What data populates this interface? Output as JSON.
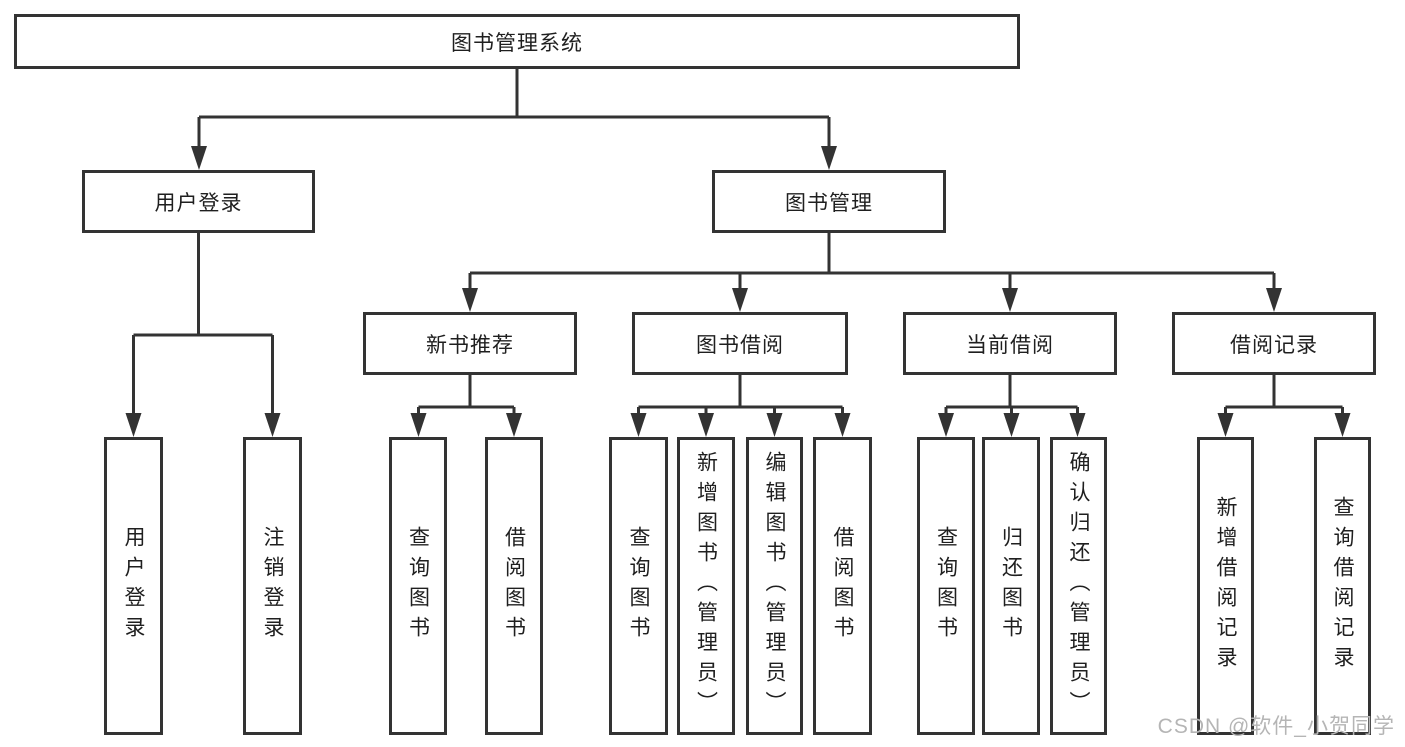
{
  "nodes": {
    "root": {
      "label": "图书管理系统"
    },
    "user_login": {
      "label": "用户登录"
    },
    "book_mgmt": {
      "label": "图书管理"
    },
    "new_book_rec": {
      "label": "新书推荐"
    },
    "book_borrow": {
      "label": "图书借阅"
    },
    "current_borrow": {
      "label": "当前借阅"
    },
    "borrow_records": {
      "label": "借阅记录"
    },
    "login_child": {
      "label": "用户登录"
    },
    "logout_child": {
      "label": "注销登录"
    },
    "rec_query_books": {
      "label": "查询图书"
    },
    "rec_borrow_books": {
      "label": "借阅图书"
    },
    "bb_query_books": {
      "label": "查询图书"
    },
    "bb_add_books": {
      "label": "新增图书（管理员）"
    },
    "bb_edit_books": {
      "label": "编辑图书（管理员）"
    },
    "bb_borrow_books": {
      "label": "借阅图书"
    },
    "cb_query_books": {
      "label": "查询图书"
    },
    "cb_return_books": {
      "label": "归还图书"
    },
    "cb_confirm_return": {
      "label": "确认归还（管理员）"
    },
    "br_add_record": {
      "label": "新增借阅记录"
    },
    "br_query_record": {
      "label": "查询借阅记录"
    }
  },
  "hierarchy": {
    "root": {
      "user_login": [
        "login_child",
        "logout_child"
      ],
      "book_mgmt": {
        "new_book_rec": [
          "rec_query_books",
          "rec_borrow_books"
        ],
        "book_borrow": [
          "bb_query_books",
          "bb_add_books",
          "bb_edit_books",
          "bb_borrow_books"
        ],
        "current_borrow": [
          "cb_query_books",
          "cb_return_books",
          "cb_confirm_return"
        ],
        "borrow_records": [
          "br_add_record",
          "br_query_record"
        ]
      }
    }
  },
  "watermark": {
    "text": "CSDN @软件_小贺同学"
  },
  "colors": {
    "line": "#333333",
    "box_border": "#333333",
    "text": "#1f1f1f",
    "watermark": "#b5b5b5",
    "background": "#ffffff"
  }
}
